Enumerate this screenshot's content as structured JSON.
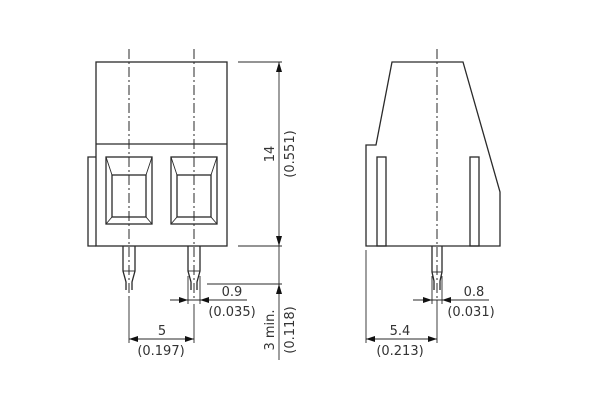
{
  "drawing": {
    "title": "2-pole PCB terminal block, 5 mm pitch",
    "units": "mm (inch)",
    "front_view": {
      "height_mm": "14",
      "height_in": "(0.551)",
      "pin_width_mm": "0.9",
      "pin_width_in": "(0.035)",
      "pitch_mm": "5",
      "pitch_in": "(0.197)",
      "pin_length_mm": "3 min.",
      "pin_length_in": "(0.118)"
    },
    "side_view": {
      "pin_thickness_mm": "0.8",
      "pin_thickness_in": "(0.031)",
      "pin_offset_mm": "5.4",
      "pin_offset_in": "(0.213)"
    }
  }
}
